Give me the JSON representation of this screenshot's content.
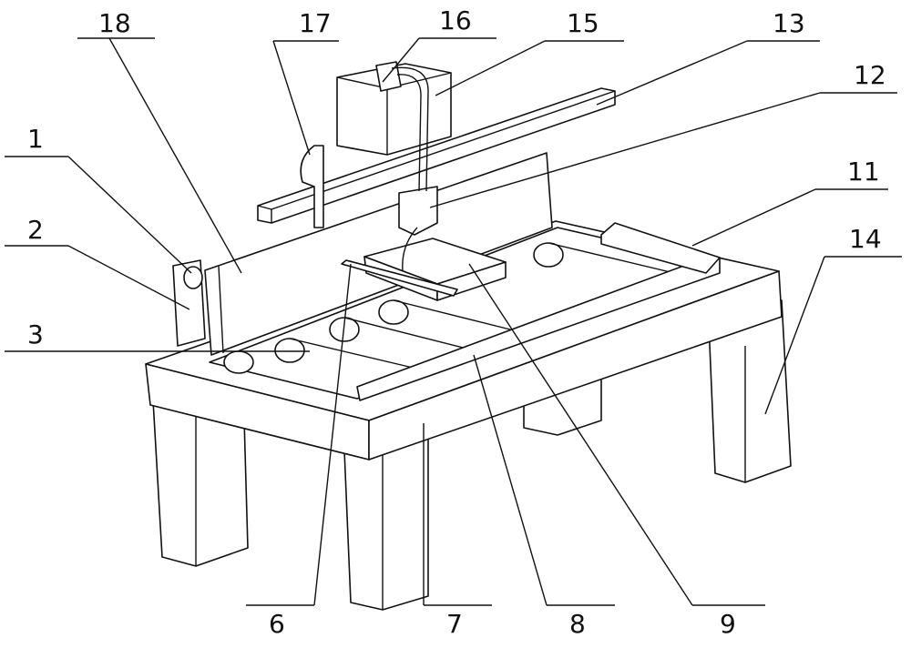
{
  "figure": {
    "labels": {
      "l1": "1",
      "l2": "2",
      "l3": "3",
      "l6": "6",
      "l7": "7",
      "l8": "8",
      "l9": "9",
      "l11": "11",
      "l12": "12",
      "l13": "13",
      "l14": "14",
      "l15": "15",
      "l16": "16",
      "l17": "17",
      "l18": "18"
    }
  }
}
